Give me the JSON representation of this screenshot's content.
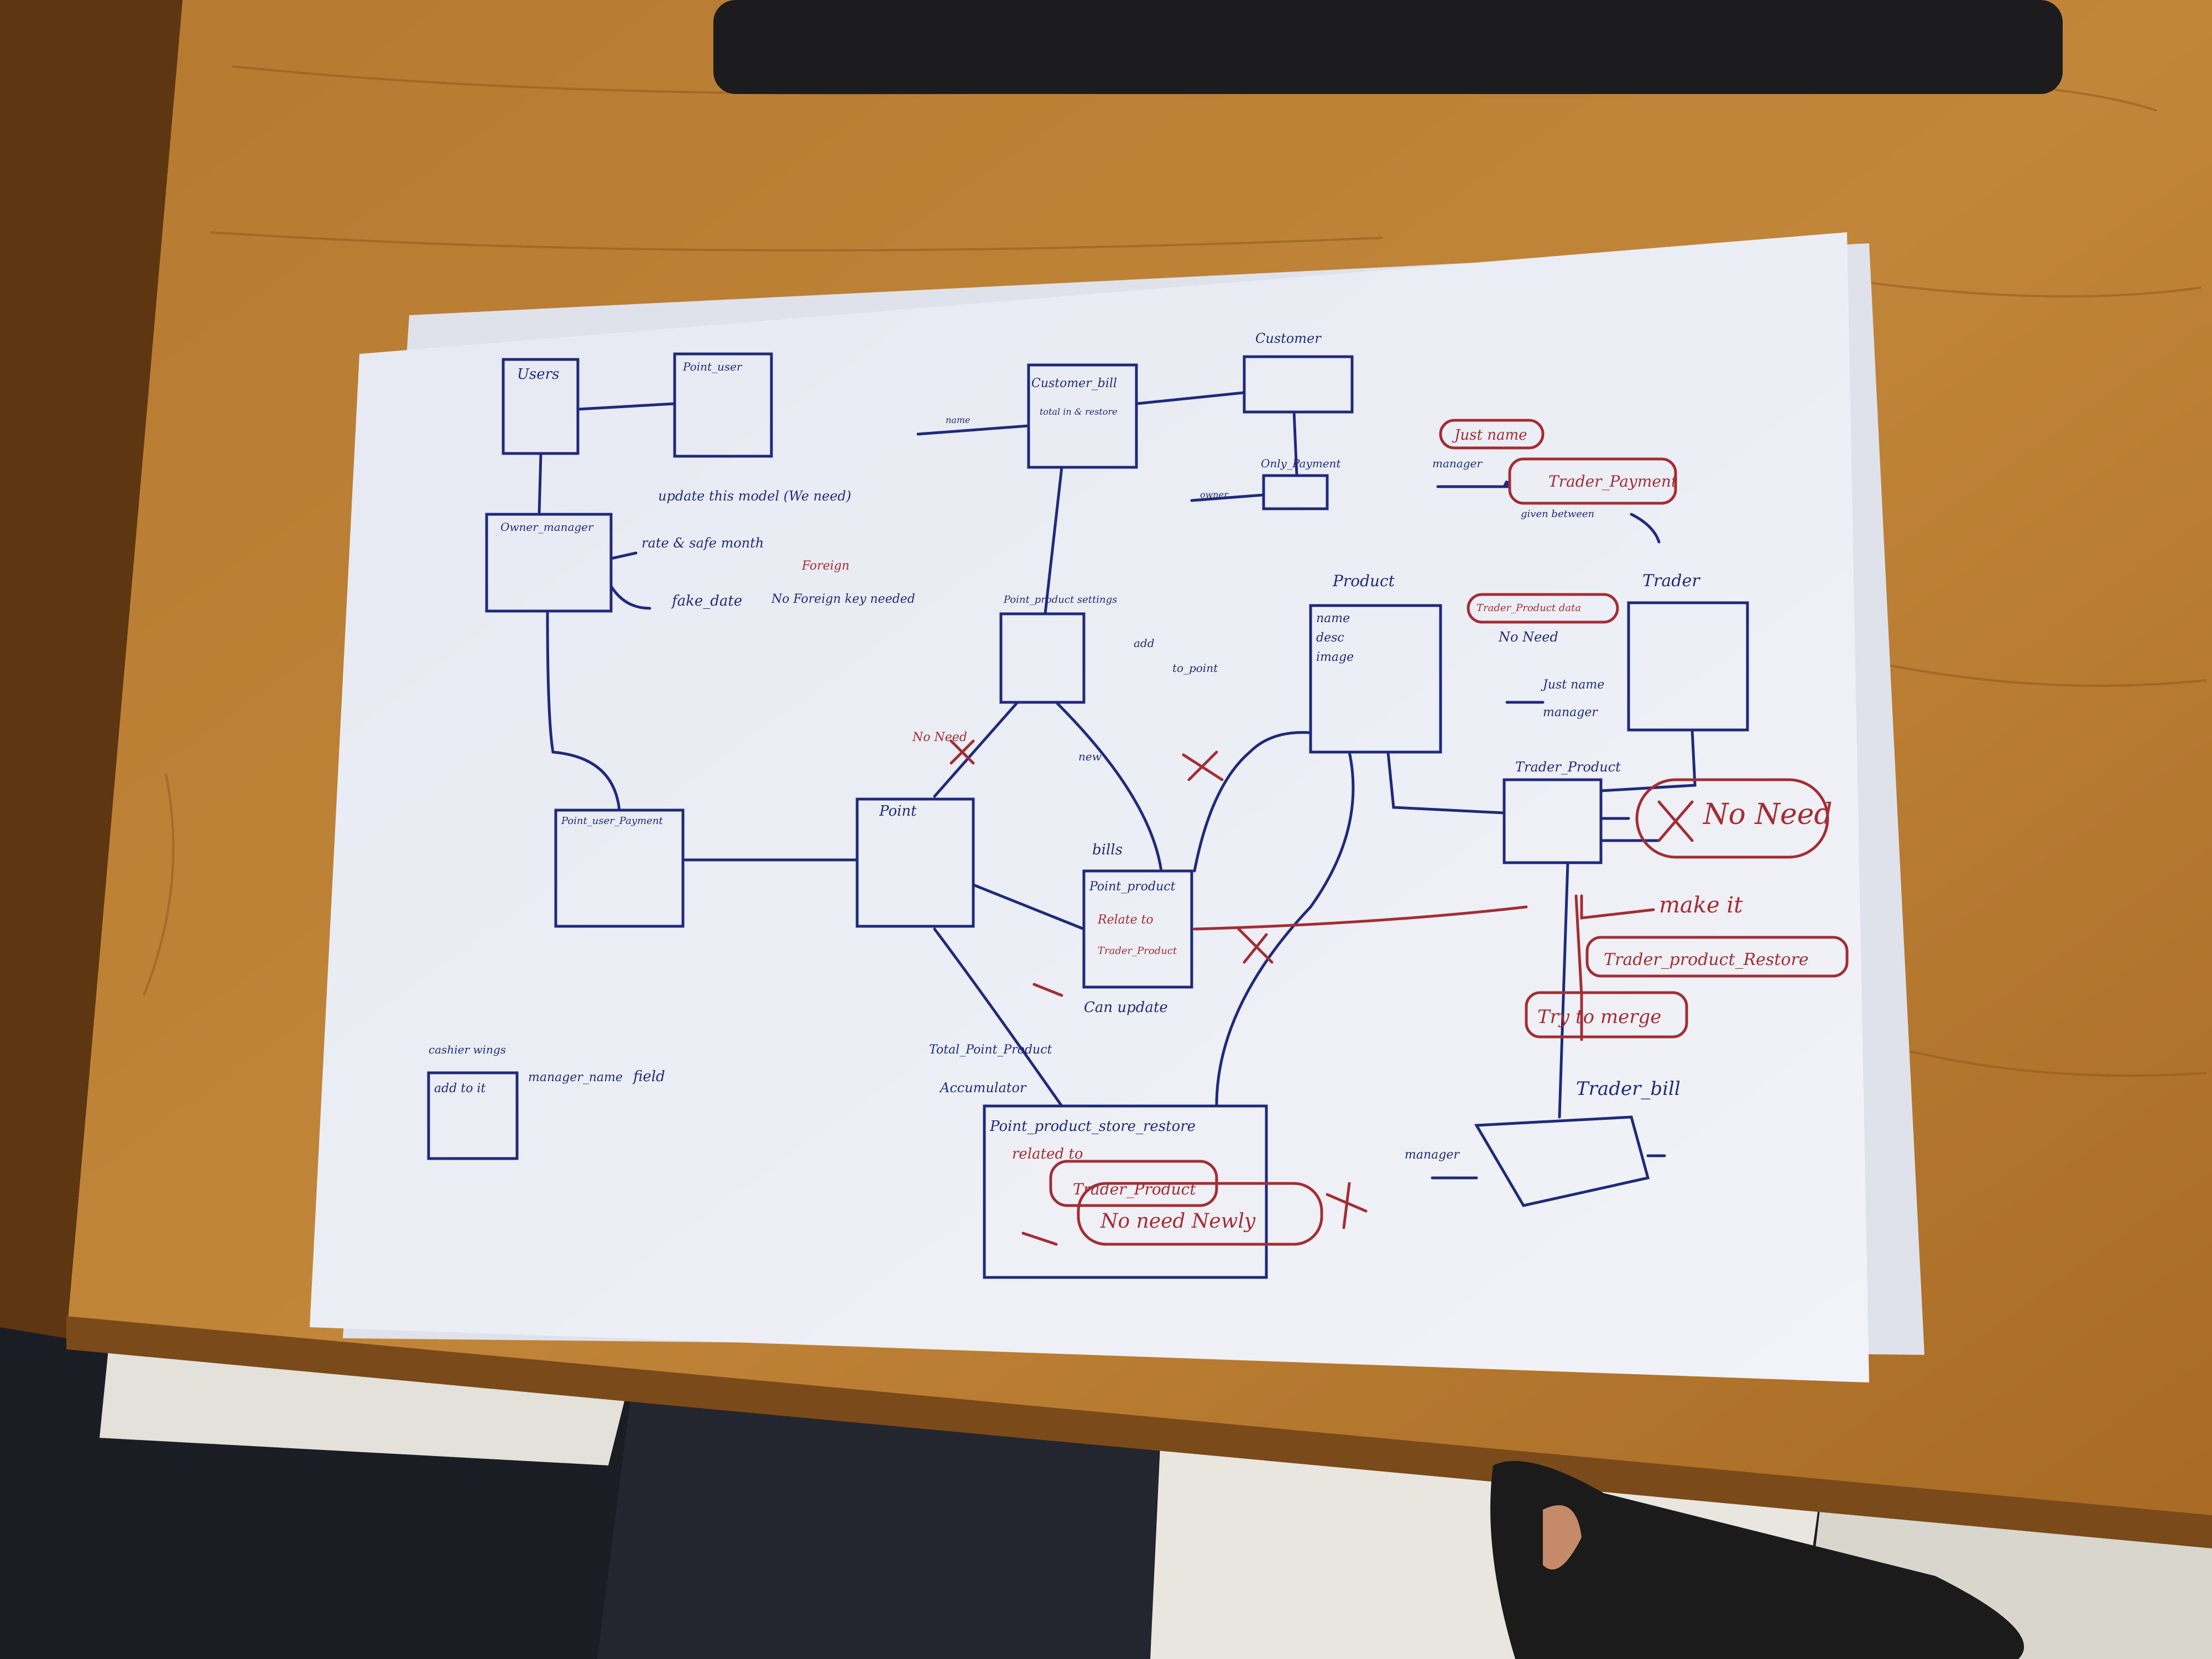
{
  "scene": {
    "description_colors": {
      "desk": "#b5762a",
      "desk_dark": "#6e4318",
      "paper": "#eef0f6",
      "ink_blue": "#1f2a7a",
      "ink_red": "#a32d35",
      "laptop": "#1c1c1e",
      "floor_dark": "#1a1d24",
      "floor_light": "#e8e6df"
    }
  },
  "diagram": {
    "entities": {
      "users": "Users",
      "point_user": "Point_user",
      "customer_bill": "Customer_bill",
      "customer": "Customer",
      "only_payment": "Only_Payment",
      "product": "Product",
      "trader": "Trader",
      "trader_payment": "Trader_Payment",
      "point_product_settings": "Point_product settings",
      "point": "Point",
      "point_product": "Point_product",
      "trader_product": "Trader_Product",
      "point_user_payment": "Point_user_Payment",
      "point_product_store_restore": "Point_product_store_restore",
      "trader_bill": "Trader_bill",
      "cashier_wings": "cashier wings",
      "owner_manager": "Owner_manager"
    },
    "notes": {
      "update_model": "update this model (We need)",
      "rate_safe": "rate & safe month",
      "fake_date": "fake_date",
      "foreign": "Foreign",
      "no_foreign_key": "No Foreign key needed",
      "total_in_out": "total in & restore",
      "name_field": "name",
      "desc_field": "desc",
      "image_field": "image",
      "just_name_top": "Just name",
      "manager_top": "manager",
      "given_between": "given between",
      "trader_product_data": "Trader_Product data",
      "no_need_1": "No Need",
      "just_name_2": "Just name",
      "manager_2": "manager",
      "no_need_big": "No Need",
      "make_it": "make it",
      "trader_product_restore": "Trader_product_Restore",
      "try_to_merge": "Try to merge",
      "no_need_point": "No Need",
      "new": "new",
      "bills": "bills",
      "relate_to": "Relate to",
      "trader_product_inner": "Trader_Product",
      "can_update": "Can update",
      "total_point_product": "Total_Point_Product",
      "accumulator": "Accumulator",
      "related_to": "related to",
      "trader_product_ref": "Trader_Product",
      "no_need_newly": "No need Newly",
      "add_to_it": "add to it",
      "manager_name": "manager_name",
      "field": "field",
      "add_conn": "add",
      "to_point": "to_point",
      "owner_label": "owner",
      "name_label": "name",
      "manager_bill": "manager"
    }
  }
}
